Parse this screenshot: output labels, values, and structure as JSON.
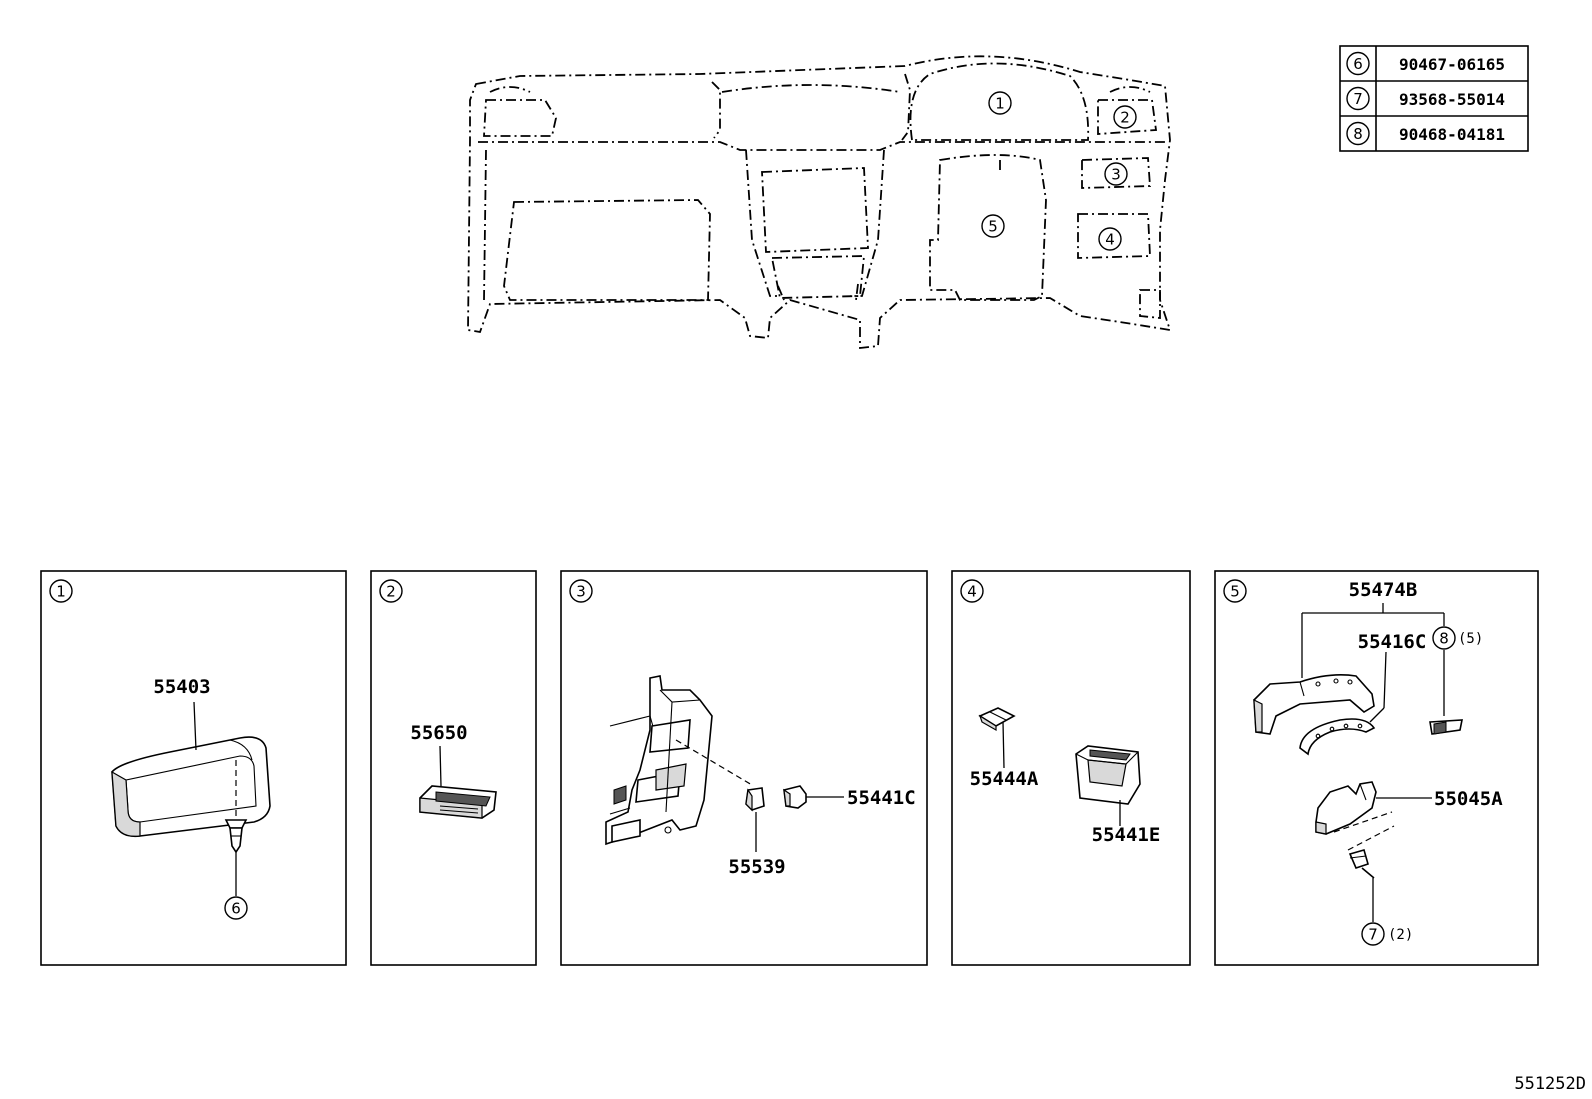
{
  "fastener_table": [
    {
      "ref": "6",
      "part_no": "90467-06165"
    },
    {
      "ref": "7",
      "part_no": "93568-55014"
    },
    {
      "ref": "8",
      "part_no": "90468-04181"
    }
  ],
  "overview": {
    "area_markers": [
      "1",
      "2",
      "3",
      "4",
      "5"
    ]
  },
  "panels": [
    {
      "ref": "1",
      "parts": [
        {
          "no": "55403"
        }
      ],
      "fasteners": [
        {
          "ref": "6",
          "qty": ""
        }
      ]
    },
    {
      "ref": "2",
      "parts": [
        {
          "no": "55650"
        }
      ]
    },
    {
      "ref": "3",
      "parts": [
        {
          "no": "55441C"
        },
        {
          "no": "55539"
        }
      ]
    },
    {
      "ref": "4",
      "parts": [
        {
          "no": "55444A"
        },
        {
          "no": "55441E"
        }
      ]
    },
    {
      "ref": "5",
      "parts": [
        {
          "no": "55474B"
        },
        {
          "no": "55416C"
        },
        {
          "no": "55045A"
        }
      ],
      "fasteners": [
        {
          "ref": "8",
          "qty": "(5)"
        },
        {
          "ref": "7",
          "qty": "(2)"
        }
      ]
    }
  ],
  "illustration_code": "551252D"
}
